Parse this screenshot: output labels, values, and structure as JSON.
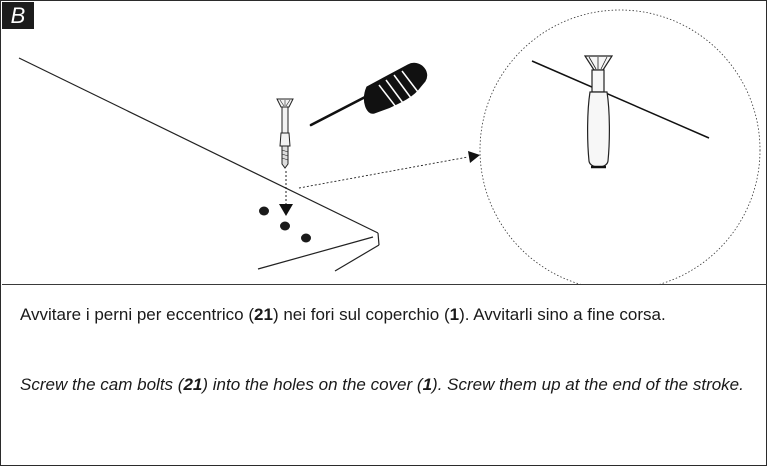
{
  "step": {
    "letter": "B"
  },
  "instructions": {
    "italian": {
      "part1": "Avvitare i perni per eccentrico (",
      "ref1": "21",
      "part2": ") nei fori sul coperchio (",
      "ref2": "1",
      "part3": "). Avvitarli sino a fine corsa."
    },
    "english": {
      "part1": "Screw the cam bolts (",
      "ref1": "21",
      "part2": ") into the holes on the cover (",
      "ref2": "1",
      "part3": "). Screw them up at the end of the stroke."
    }
  },
  "icons": [
    "screwdriver-icon",
    "cam-bolt-icon",
    "detail-magnifier-icon",
    "arrow-down-icon"
  ]
}
